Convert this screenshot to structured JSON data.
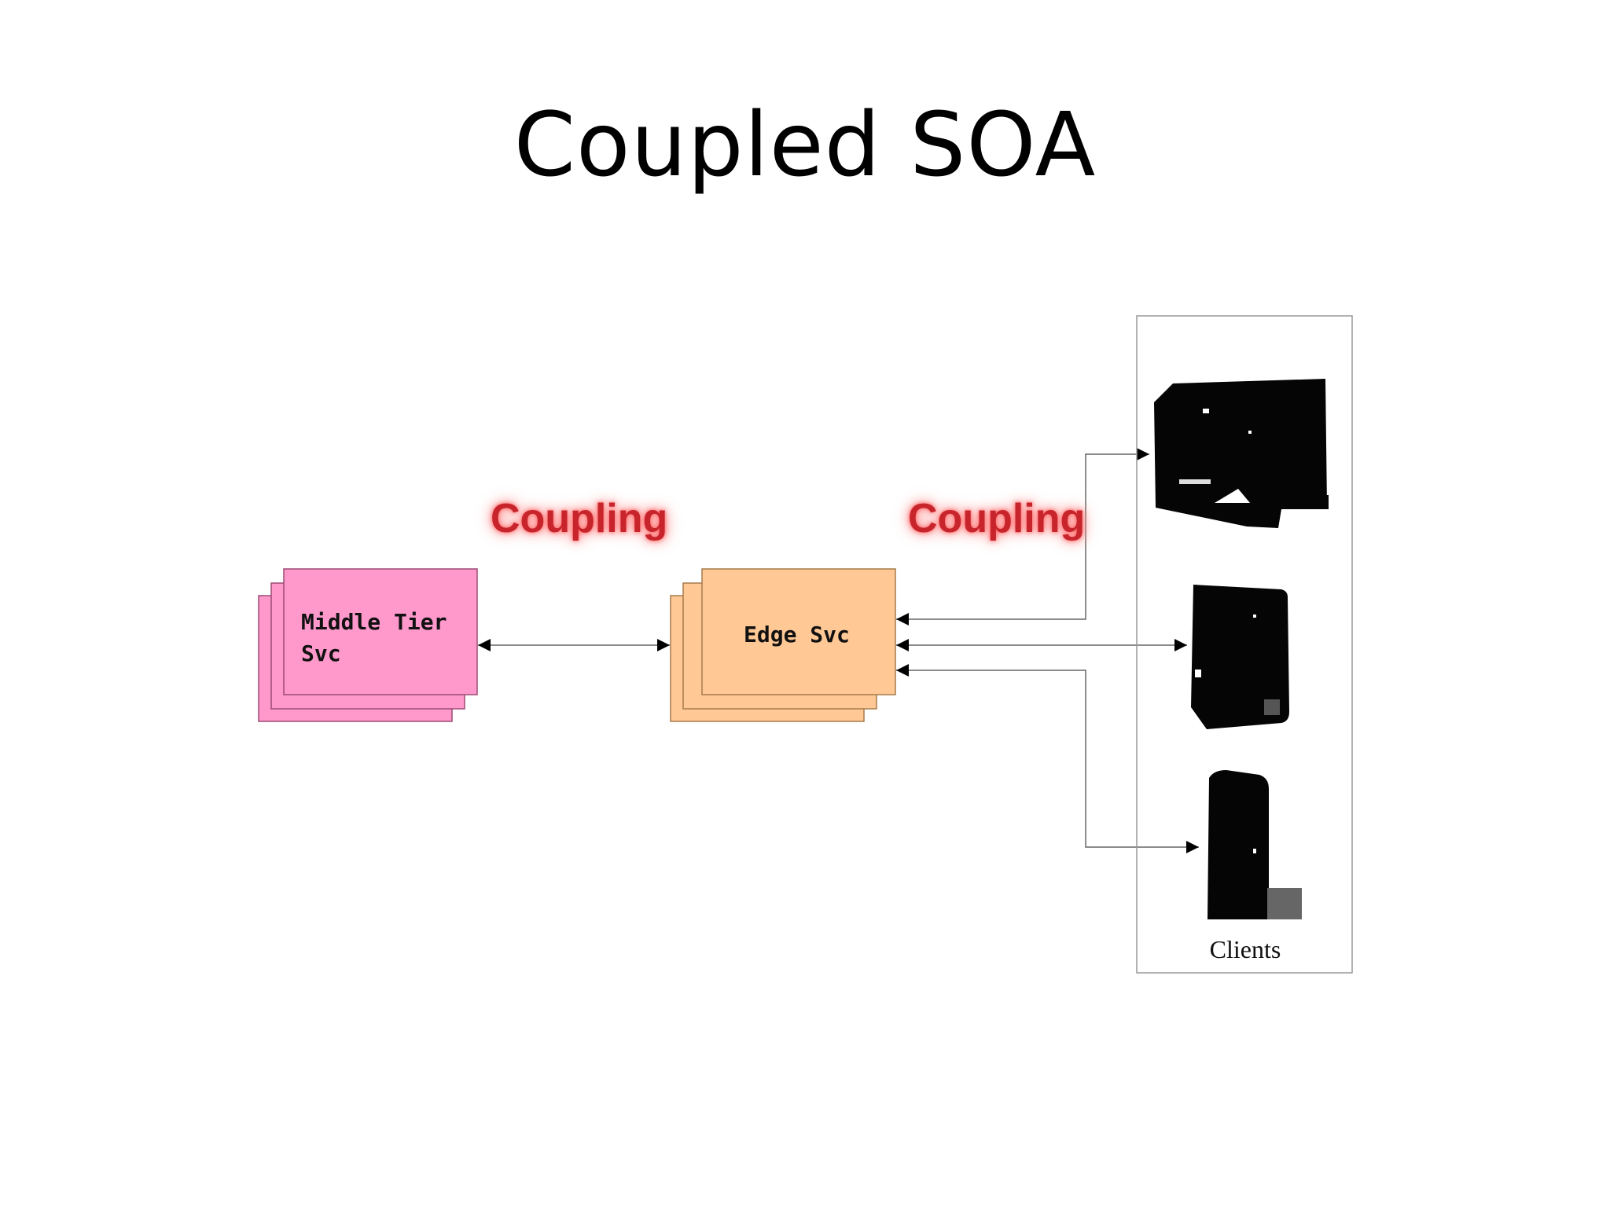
{
  "title": "Coupled SOA",
  "coupling_labels": [
    "Coupling",
    "Coupling"
  ],
  "middle_tier": {
    "label_line1": "Middle Tier",
    "label_line2": "Svc"
  },
  "edge": {
    "label": "Edge Svc"
  },
  "clients": {
    "label": "Clients",
    "devices": [
      "desktop-monitor-icon",
      "tablet-icon",
      "phone-icon"
    ]
  },
  "colors": {
    "middle_tier_fill": "#ff99cc",
    "edge_fill": "#ffc894",
    "coupling_text": "#c8242b"
  }
}
